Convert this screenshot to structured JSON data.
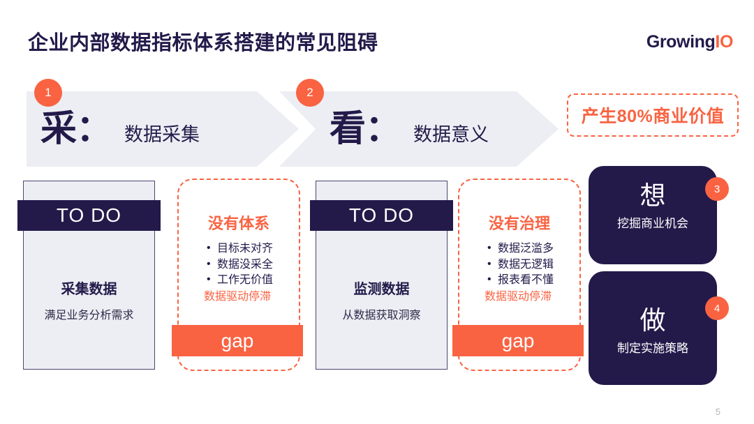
{
  "header": {
    "title": "企业内部数据指标体系搭建的常见阻碍",
    "logo_primary": "Growing",
    "logo_accent": "IO"
  },
  "colors": {
    "accent_orange": "#f96342",
    "dark_navy": "#231a4a",
    "light_gray": "#eceef3"
  },
  "stages": [
    {
      "badge": "1",
      "big_label": "采：",
      "sub_label": "数据采集"
    },
    {
      "badge": "2",
      "big_label": "看：",
      "sub_label": "数据意义"
    }
  ],
  "callout": {
    "text": "产生80%商业价值"
  },
  "todo_columns": [
    {
      "band_label": "TO DO",
      "heading": "采集数据",
      "description": "满足业务分析需求"
    },
    {
      "band_label": "TO DO",
      "heading": "监测数据",
      "description": "从数据获取洞察"
    }
  ],
  "gap_columns": [
    {
      "title": "没有体系",
      "bullets": [
        "目标未对齐",
        "数据没采全",
        "工作无价值"
      ],
      "stall_text": "数据驱动停滞",
      "band_label": "gap"
    },
    {
      "title": "没有治理",
      "bullets": [
        "数据泛滥多",
        "数据无逻辑",
        "报表看不懂"
      ],
      "stall_text": "数据驱动停滞",
      "band_label": "gap"
    }
  ],
  "outcome_cards": [
    {
      "badge": "3",
      "big_label": "想",
      "sub_label": "挖掘商业机会"
    },
    {
      "badge": "4",
      "big_label": "做",
      "sub_label": "制定实施策略"
    }
  ],
  "footer": {
    "page_number": "5"
  }
}
